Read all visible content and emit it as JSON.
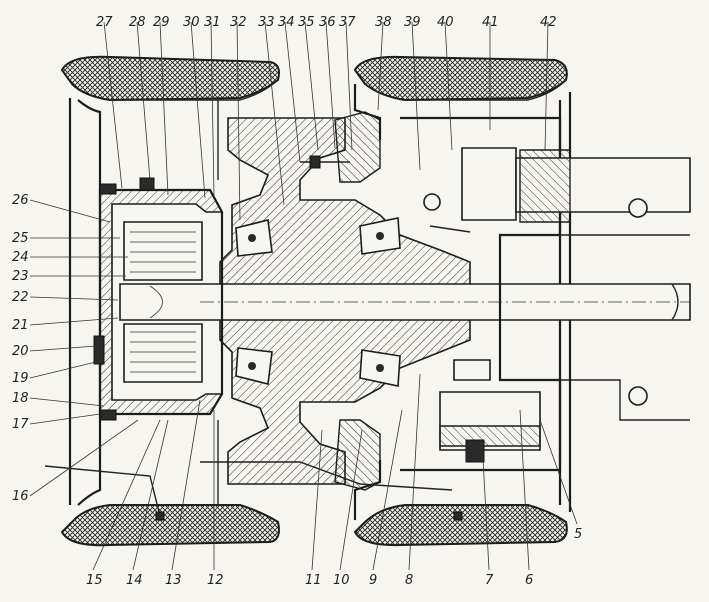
{
  "labels": {
    "top": [
      "27",
      "28",
      "29",
      "30",
      "31",
      "32",
      "33",
      "34",
      "35",
      "36",
      "37",
      "38",
      "39",
      "40",
      "41",
      "42"
    ],
    "left": [
      "26",
      "25",
      "24",
      "23",
      "22",
      "21",
      "20",
      "19",
      "18",
      "17",
      "16"
    ],
    "bottom": [
      "15",
      "14",
      "13",
      "12",
      "11",
      "10",
      "9",
      "8",
      "7",
      "6",
      "5"
    ]
  }
}
